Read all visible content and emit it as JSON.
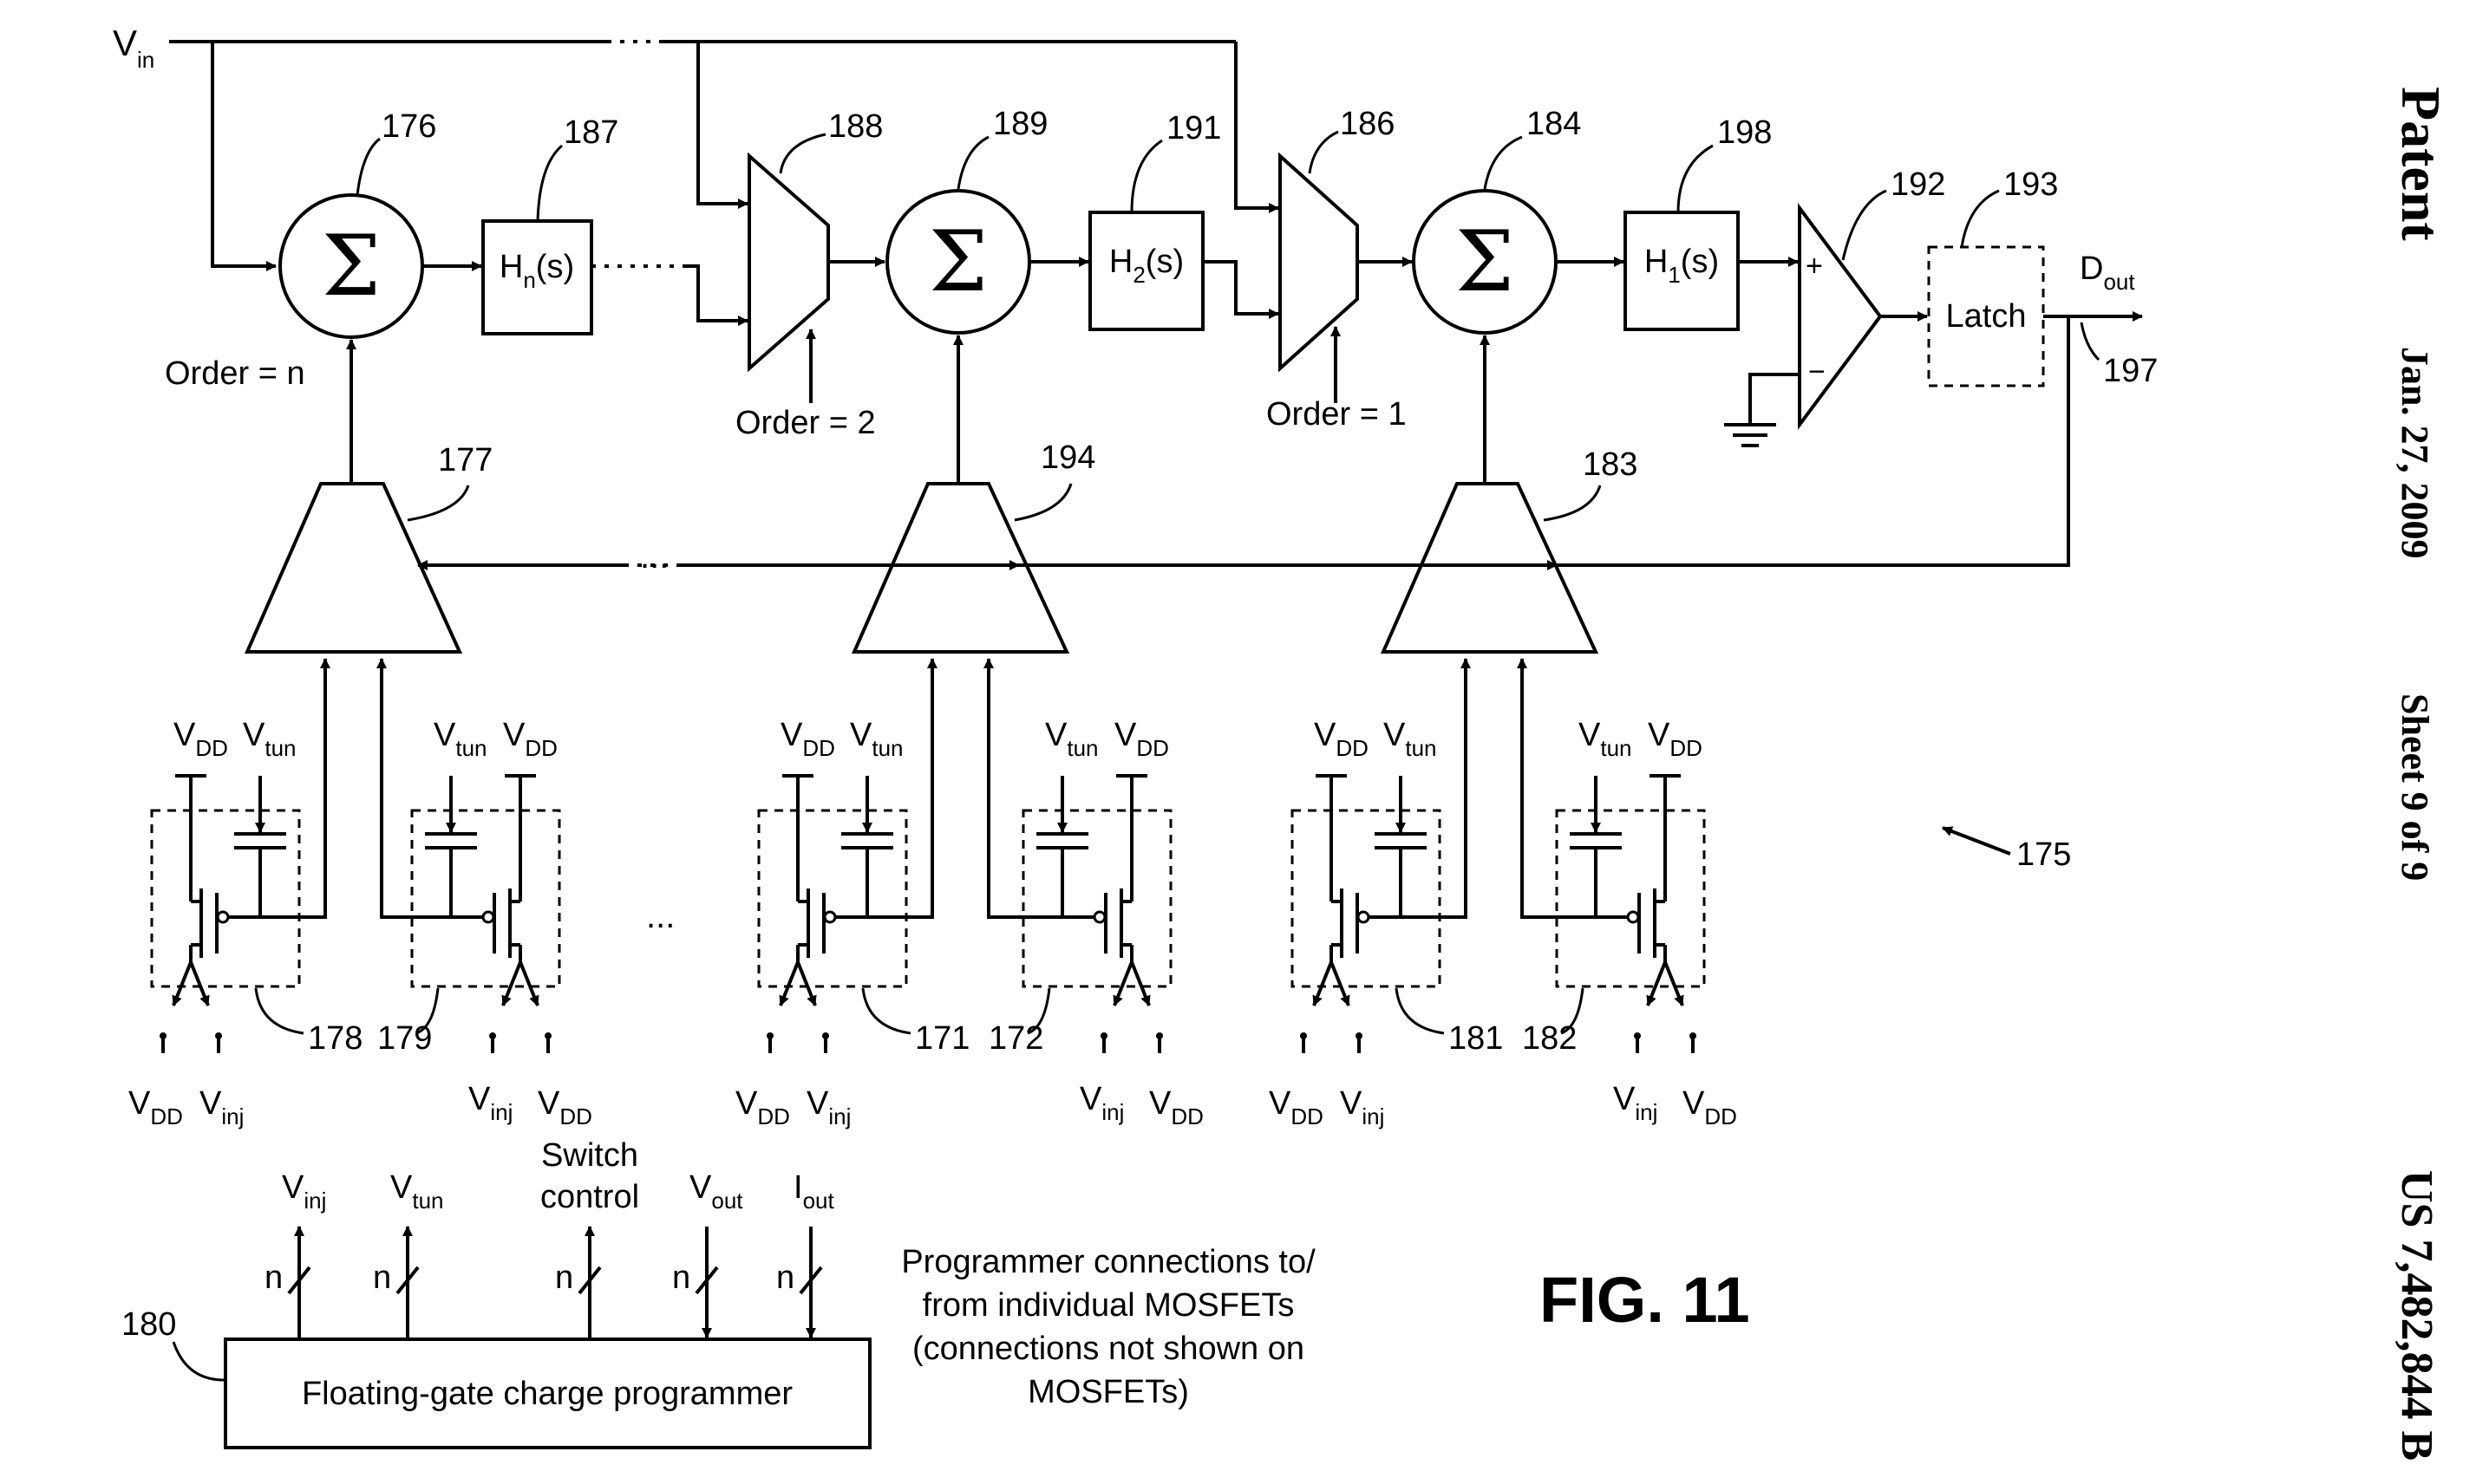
{
  "header": {
    "patent_word": "Patent",
    "date": "Jan. 27, 2009",
    "sheet": "Sheet 9 of 9",
    "patent_number": "US 7,482,844 B"
  },
  "figure_label": "FIG. 11",
  "figure_ref": "175",
  "input_label": "V",
  "input_sub": "in",
  "output_label": "D",
  "output_sub": "out",
  "output_ref": "197",
  "stages": [
    {
      "sum_ref": "176",
      "filter_ref": "187",
      "filter_label": "H",
      "filter_sub": "n",
      "filter_tail": "(s)",
      "dac_ref": "177",
      "order_label": "Order = n",
      "left_cell_ref": "178",
      "right_cell_ref": "179"
    },
    {
      "mux_ref": "188",
      "sum_ref": "189",
      "filter_ref": "191",
      "filter_label": "H",
      "filter_sub": "2",
      "filter_tail": "(s)",
      "dac_ref": "194",
      "order_label": "Order = 2",
      "left_cell_ref": "171",
      "right_cell_ref": "172"
    },
    {
      "mux_ref": "186",
      "sum_ref": "184",
      "filter_ref": "198",
      "filter_label": "H",
      "filter_sub": "1",
      "filter_tail": "(s)",
      "dac_ref": "183",
      "order_label": "Order = 1",
      "left_cell_ref": "181",
      "right_cell_ref": "182"
    }
  ],
  "sum_symbol": "Σ",
  "comparator_ref": "192",
  "plus_sign": "+",
  "minus_sign": "−",
  "latch_ref": "193",
  "latch_label": "Latch",
  "cell_labels": {
    "vdd": "V",
    "vdd_sub": "DD",
    "vtun": "V",
    "vtun_sub": "tun",
    "vinj": "V",
    "vinj_sub": "inj"
  },
  "ellipsis": "...",
  "programmer": {
    "ref": "180",
    "label": "Floating-gate charge programmer",
    "bus_width": "n",
    "signals": [
      {
        "main": "V",
        "sub": "inj"
      },
      {
        "main": "V",
        "sub": "tun"
      },
      {
        "main": "Switch",
        "second": "control"
      },
      {
        "main": "V",
        "sub": "out"
      },
      {
        "main": "I",
        "sub": "out"
      }
    ],
    "note_lines": [
      "Programmer connections to/",
      "from individual MOSFETs",
      "(connections not shown on",
      "MOSFETs)"
    ]
  }
}
